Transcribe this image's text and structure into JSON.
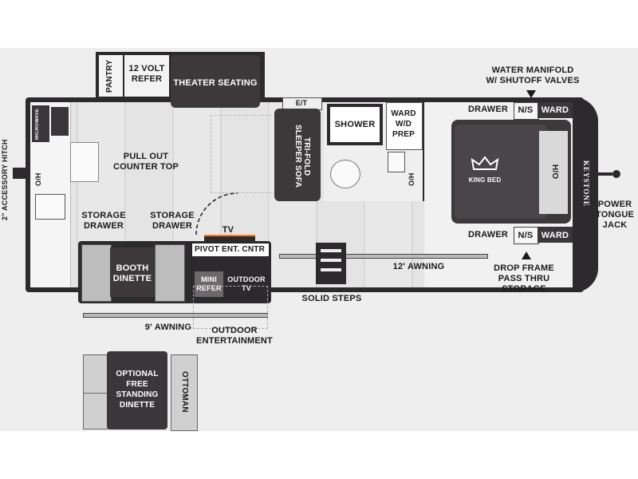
{
  "brand": "KEYSTONE",
  "labels": {
    "accessory_hitch": "2\" ACCESSORY HITCH",
    "microwave": "MICROWAVE",
    "oh_left": "O/H",
    "pantry": "PANTRY",
    "volt_refer": "12 VOLT\nREFER",
    "theater_seating": "THEATER SEATING",
    "et": "E/T",
    "sofa": "TRI-FOLD\nSLEEPER SOFA",
    "shower": "SHOWER",
    "ward_wd": "WARD\nW/D\nPREP",
    "oh_bath": "O/H",
    "drawer_top": "DRAWER",
    "ns_top": "N/S",
    "ward_top": "WARD",
    "water_manifold": "WATER MANIFOLD\nW/ SHUTOFF VALVES",
    "king_bed": "KING BED",
    "oh_right": "H/O",
    "power_jack": "POWER\nTONGUE\nJACK",
    "drawer_bottom": "DRAWER",
    "ns_bottom": "N/S",
    "ward_bottom": "WARD",
    "pull_out": "PULL OUT\nCOUNTER TOP",
    "storage_left": "STORAGE\nDRAWER",
    "storage_right": "STORAGE\nDRAWER",
    "tv": "TV",
    "pivot": "PIVOT ENT. CNTR",
    "booth": "BOOTH\nDINETTE",
    "mini_refer": "MINI\nREFER",
    "outdoor_tv": "OUTDOOR\nTV",
    "awning_12": "12' AWNING",
    "drop_frame": "DROP FRAME\nPASS THRU\nSTORAGE",
    "solid_steps": "SOLID STEPS",
    "awning_9": "9' AWNING",
    "outdoor_ent": "OUTDOOR\nENTERTAINMENT",
    "optional_dinette": "OPTIONAL\nFREE\nSTANDING\nDINETTE",
    "ottoman": "OTTOMAN"
  }
}
